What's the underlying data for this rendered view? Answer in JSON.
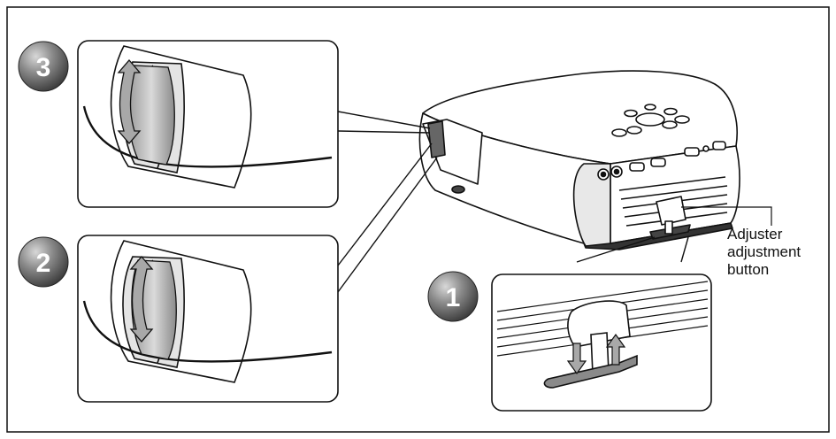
{
  "callout_label": {
    "line1": "Adjuster",
    "line2": "adjustment",
    "line3": "button"
  },
  "steps": [
    {
      "number": "3"
    },
    {
      "number": "2"
    },
    {
      "number": "1"
    }
  ],
  "colors": {
    "outline": "#111111",
    "badge_fill": "#6e6e6e",
    "badge_highlight": "#bdbdbd",
    "arrow_fill": "#a8a8a8",
    "ring_fill": "#bcbcbc"
  },
  "icons": [
    "double-arrow-icon",
    "up-arrow-icon",
    "down-arrow-icon"
  ]
}
